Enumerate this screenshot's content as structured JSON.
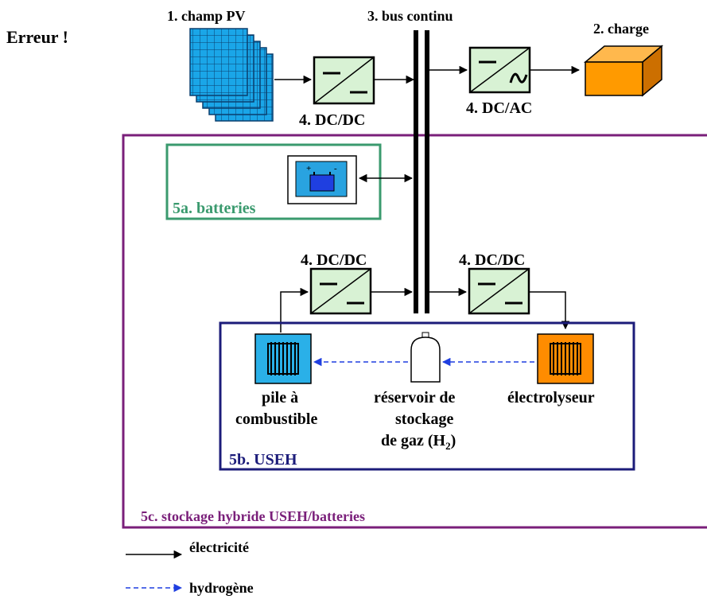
{
  "title": "Erreur !",
  "labels": {
    "pv_field": "1. champ PV",
    "dc_bus": "3. bus continu",
    "load": "2. charge",
    "dcdc_pv": "4. DC/DC",
    "dcac": "4. DC/AC",
    "batteries": "5a. batteries",
    "dcdc_fc": "4. DC/DC",
    "dcdc_el": "4. DC/DC",
    "fuel_cell_1": "pile à",
    "fuel_cell_2": "combustible",
    "tank_1": "réservoir de",
    "tank_2": "stockage",
    "tank_3": "de gaz (H",
    "tank_sub": "2",
    "tank_close": ")",
    "electrolyzer": "électrolyseur",
    "useh": "5b. USEH",
    "hybrid": "5c. stockage hybride USEH/batteries"
  },
  "legend": {
    "electricity": "électricité",
    "hydrogen": "hydrogène"
  },
  "colors": {
    "pv_blue": "#1aa6e8",
    "converter_green": "#d8f2d4",
    "load_orange": "#ff9a00",
    "battery_green": "#3a9a6e",
    "useh_navy": "#1c1c7a",
    "hybrid_purple": "#7a1f7a",
    "hydrogen_blue": "#1f3fe0",
    "fuel_cell_blue": "#2ab0e8",
    "electrolyzer_orange": "#ff8c00"
  }
}
